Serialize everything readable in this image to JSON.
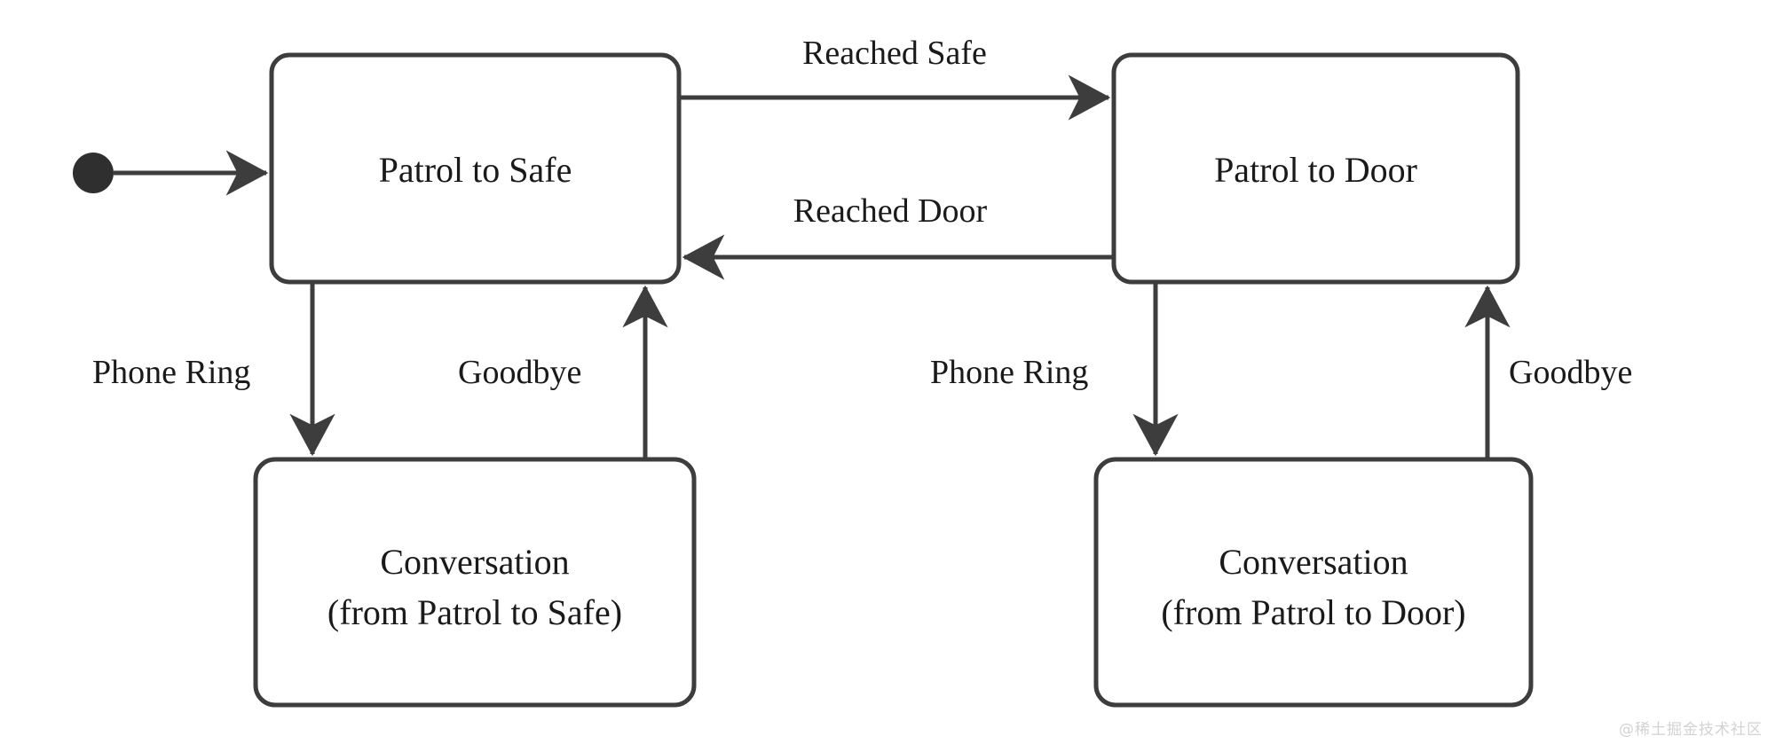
{
  "diagram": {
    "type": "state-machine",
    "title": "",
    "stroke_color": "#3d3d3d",
    "fill_color": "#ffffff",
    "text_color": "#1a1a1a",
    "initial_node": {
      "name": "initial-state",
      "shape": "filled-circle"
    },
    "states": [
      {
        "id": "patrol-to-safe",
        "label": "Patrol to Safe",
        "line1": "Patrol to Safe",
        "line2": ""
      },
      {
        "id": "patrol-to-door",
        "label": "Patrol to Door",
        "line1": "Patrol to Door",
        "line2": ""
      },
      {
        "id": "conversation-from-patrol-to-safe",
        "label": "Conversation (from Patrol to Safe)",
        "line1": "Conversation",
        "line2": "(from Patrol to Safe)"
      },
      {
        "id": "conversation-from-patrol-to-door",
        "label": "Conversation (from Patrol to Door)",
        "line1": "Conversation",
        "line2": "(from Patrol to Door)"
      }
    ],
    "transitions": [
      {
        "id": "start-to-safe",
        "label": "",
        "from": "initial",
        "to": "patrol-to-safe"
      },
      {
        "id": "reached-safe",
        "label": "Reached Safe",
        "from": "patrol-to-safe",
        "to": "patrol-to-door"
      },
      {
        "id": "reached-door",
        "label": "Reached Door",
        "from": "patrol-to-door",
        "to": "patrol-to-safe"
      },
      {
        "id": "phone-ring-left",
        "label": "Phone Ring",
        "from": "patrol-to-safe",
        "to": "conversation-from-patrol-to-safe"
      },
      {
        "id": "goodbye-left",
        "label": "Goodbye",
        "from": "conversation-from-patrol-to-safe",
        "to": "patrol-to-safe"
      },
      {
        "id": "phone-ring-right",
        "label": "Phone Ring",
        "from": "patrol-to-door",
        "to": "conversation-from-patrol-to-door"
      },
      {
        "id": "goodbye-right",
        "label": "Goodbye",
        "from": "conversation-from-patrol-to-door",
        "to": "patrol-to-door"
      }
    ]
  },
  "watermark": {
    "text": "@稀土掘金技术社区"
  }
}
